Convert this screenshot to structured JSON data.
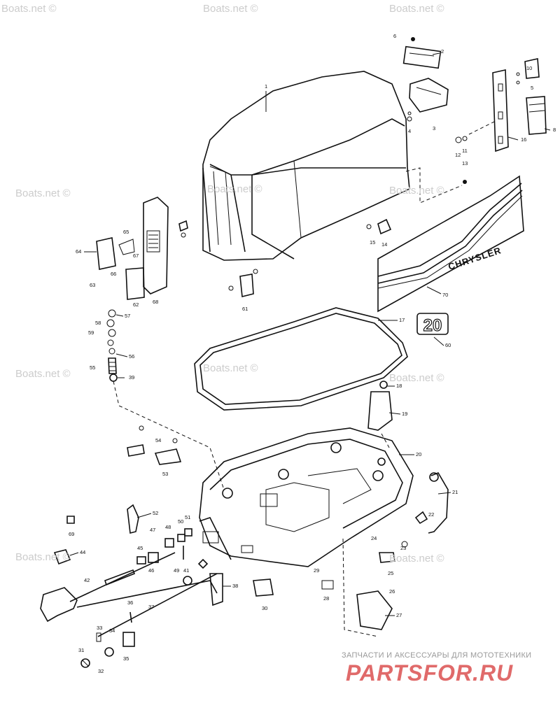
{
  "watermarks": [
    "Boats.net ©",
    "Boats.net ©",
    "Boats.net ©",
    "Boats.net ©",
    "Boats.net ©",
    "Boats.net ©",
    "Boats.net ©",
    "Boats.net ©",
    "Boats.net ©",
    "Boats.net ©",
    "Boats.net ©"
  ],
  "decal_brand": "CHRYSLER",
  "decal_hp": "20",
  "footer": {
    "tagline": "ЗАПЧАСТИ И АКСЕССУАРЫ ДЛЯ МОТОТЕХНИКИ",
    "logo": "PARTSFOR.RU"
  },
  "callouts": [
    "1",
    "2",
    "3",
    "4",
    "5",
    "6",
    "8",
    "10",
    "11",
    "12",
    "13",
    "14",
    "15",
    "16",
    "17",
    "18",
    "19",
    "20",
    "21",
    "22",
    "23",
    "24",
    "25",
    "26",
    "27",
    "28",
    "29",
    "30",
    "31",
    "32",
    "33",
    "34",
    "35",
    "36",
    "37",
    "38",
    "39",
    "41",
    "42",
    "44",
    "45",
    "46",
    "47",
    "48",
    "49",
    "50",
    "51",
    "52",
    "53",
    "54",
    "55",
    "56",
    "57",
    "58",
    "59",
    "60",
    "61",
    "62",
    "63",
    "64",
    "65",
    "66",
    "67",
    "68",
    "69",
    "70"
  ]
}
